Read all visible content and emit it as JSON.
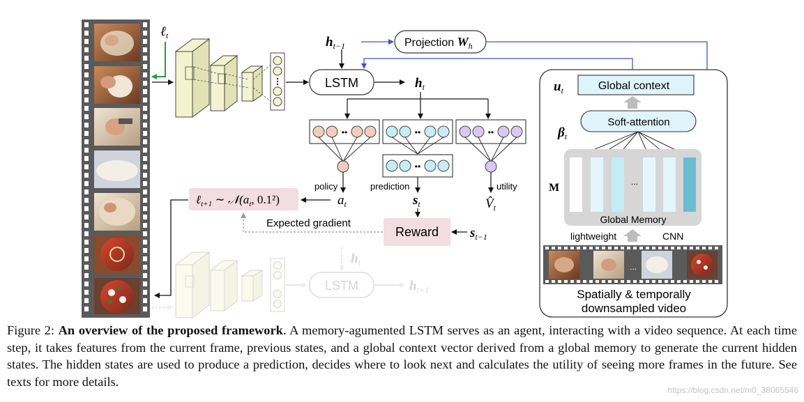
{
  "diagram": {
    "labels": {
      "l_t": "ℓ",
      "l_t_sub": "t",
      "h_prev": "h",
      "h_prev_sub": "t−1",
      "projection": "Projection ",
      "projection_sym": "W",
      "projection_sub": "h",
      "lstm": "LSTM",
      "h_t": "h",
      "h_t_sub": "t",
      "u_t": "u",
      "u_t_sub": "t",
      "global_context": "Global context",
      "soft_attention": "Soft-attention",
      "beta_t": "β",
      "beta_t_sub": "t",
      "memory_M": "M",
      "memory_dots": "...",
      "global_memory": "Global Memory",
      "lightweight": "lightweight",
      "cnn": "CNN",
      "thumb_dots": "...",
      "downsampled_1": "Spatially & temporally",
      "downsampled_2": "downsampled video",
      "policy": "policy",
      "prediction": "prediction",
      "utility": "utility",
      "a_t": "a",
      "a_t_sub": "t",
      "s_t": "s",
      "s_t_sub": "t",
      "v_t": "V̂",
      "v_t_sub": "t",
      "next_loc": "ℓ",
      "next_loc_sub": "t+1",
      "next_loc_rest": " ∼ 𝒩(a",
      "next_loc_rest_sub": "t",
      "next_loc_end": ", 0.1²)",
      "expected_gradient": "Expected gradient",
      "reward": "Reward",
      "s_prev": "s",
      "s_prev_sub": "t−1",
      "h_t_faded": "h",
      "h_t_faded_sub": "t",
      "lstm_faded": "LSTM",
      "h_next": "h",
      "h_next_sub": "t+1",
      "node_dots": "••"
    },
    "colors": {
      "policy_node": "#f2cdbd",
      "prediction_node": "#c8ecf6",
      "utility_node": "#d9c8f0",
      "reward_box": "#f2dde2",
      "attention_box": "#dff4fb",
      "cnn_block": "#f3f3cf",
      "memory_panel": "#d6d6d6",
      "arrow_blue": "#3a56c8",
      "arrow_green": "#2e9a3a"
    }
  },
  "caption": {
    "prefix": "Figure 2: ",
    "bold": "An overview of the proposed framework",
    "text": ". A memory-agumented LSTM serves as an agent, interacting with a video sequence. At each time step, it takes features from the current frame, previous states, and a global context vector derived from a global memory to generate the current hidden states. The hidden states are used to produce a prediction, decides where to look next and calculates the utility of seeing more frames in the future. See texts for more details."
  },
  "watermark": "https://blog.csdn.net/m0_38065546"
}
